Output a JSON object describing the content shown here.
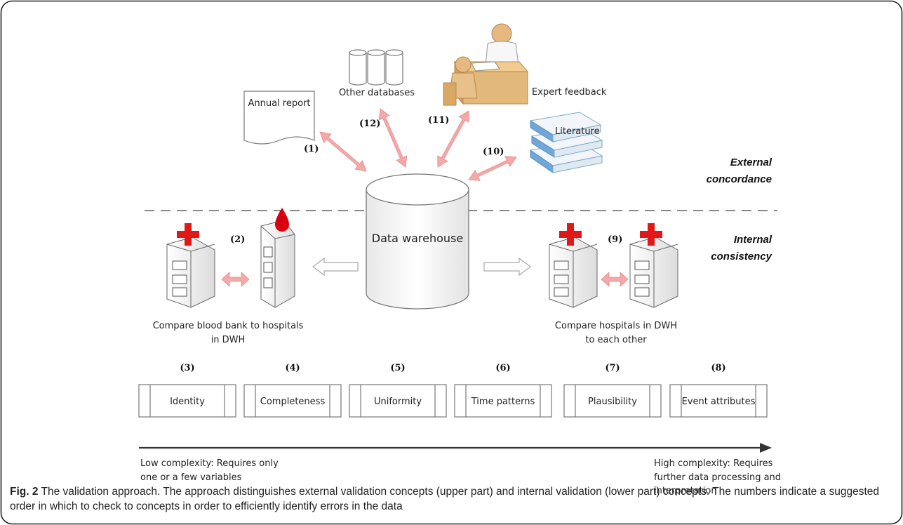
{
  "sources": {
    "annual_report": "Annual report",
    "other_databases": "Other databases",
    "expert_feedback": "Expert feedback",
    "literature": "Literature"
  },
  "central": {
    "label": "Data warehouse"
  },
  "sections": {
    "external": [
      "External",
      "concordance"
    ],
    "internal": [
      "Internal",
      "consistency"
    ]
  },
  "numbers": {
    "n1": "(1)",
    "n2": "(2)",
    "n9": "(9)",
    "n10": "(10)",
    "n11": "(11)",
    "n12": "(12)"
  },
  "comparisons": {
    "blood_bank": [
      "Compare blood bank to hospitals",
      "in DWH"
    ],
    "hospitals": [
      "Compare hospitals in DWH",
      "to each other"
    ]
  },
  "internal_concepts": [
    {
      "number": "(3)",
      "label": "Identity"
    },
    {
      "number": "(4)",
      "label": "Completeness"
    },
    {
      "number": "(5)",
      "label": "Uniformity"
    },
    {
      "number": "(6)",
      "label": "Time patterns"
    },
    {
      "number": "(7)",
      "label": "Plausibility"
    },
    {
      "number": "(8)",
      "label": "Event attributes"
    }
  ],
  "complexity": {
    "low": [
      "Low complexity: Requires only",
      "one or a few variables"
    ],
    "high": [
      "High complexity: Requires",
      "further data processing and",
      "interpretation"
    ]
  },
  "caption": {
    "fig_label": "Fig. 2",
    "text": " The validation approach. The approach distinguishes external validation concepts (upper part) and internal validation (lower part) concepts. The numbers indicate a suggested order in which to check to concepts in order to efficiently identify errors in the data"
  },
  "colors": {
    "arrow_pink": "#f4a8a8",
    "arrow_outline": "#e48c8c",
    "cross_red": "#e01818",
    "blood_red": "#d80010",
    "literature_blue": "#6fa8d8",
    "desk_tan": "#e2b97a"
  }
}
